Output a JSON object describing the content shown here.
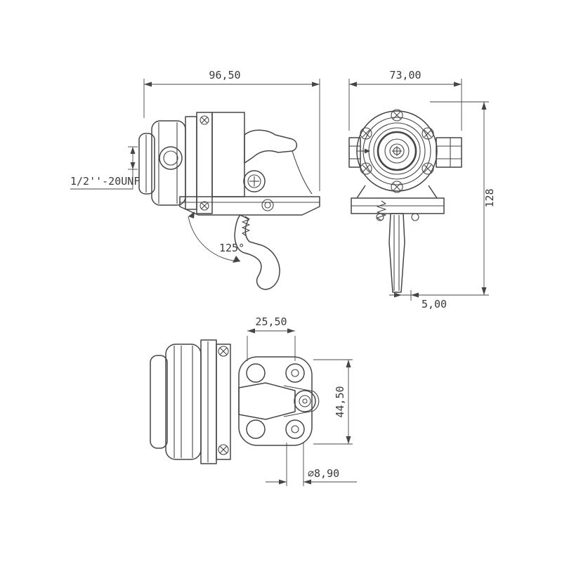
{
  "drawing": {
    "title": "fuel-pump-technical-drawing",
    "background": "#ffffff",
    "line_color": "#454545",
    "dimensions": {
      "side_width": "96,50",
      "thread_spec": "1/2''-20UNF",
      "lever_angle": "125°",
      "front_width": "73,00",
      "overall_height": "128",
      "lever_offset": "5,00",
      "bolt_spacing": "25,50",
      "flange_height": "44,50",
      "hole_diameter": "⌀8,90"
    }
  }
}
